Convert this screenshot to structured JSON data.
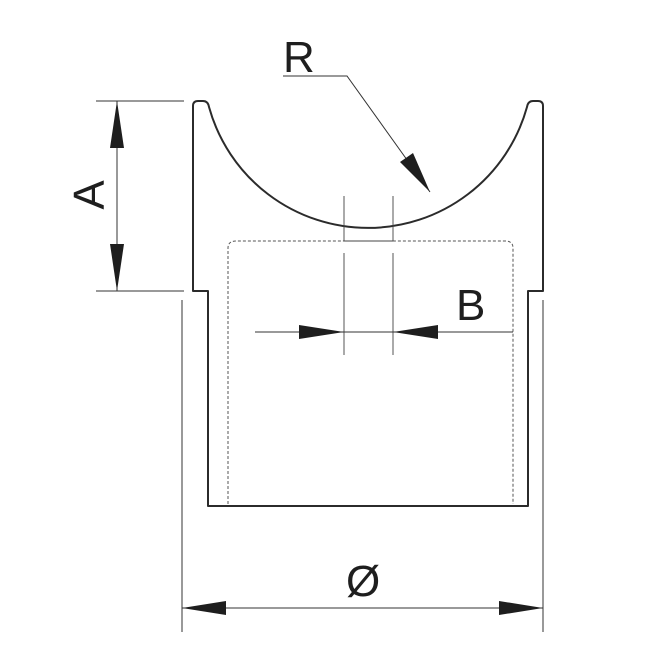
{
  "drawing": {
    "labels": {
      "radius": "R",
      "height": "A",
      "slot_width": "B",
      "diameter": "Ø"
    }
  }
}
